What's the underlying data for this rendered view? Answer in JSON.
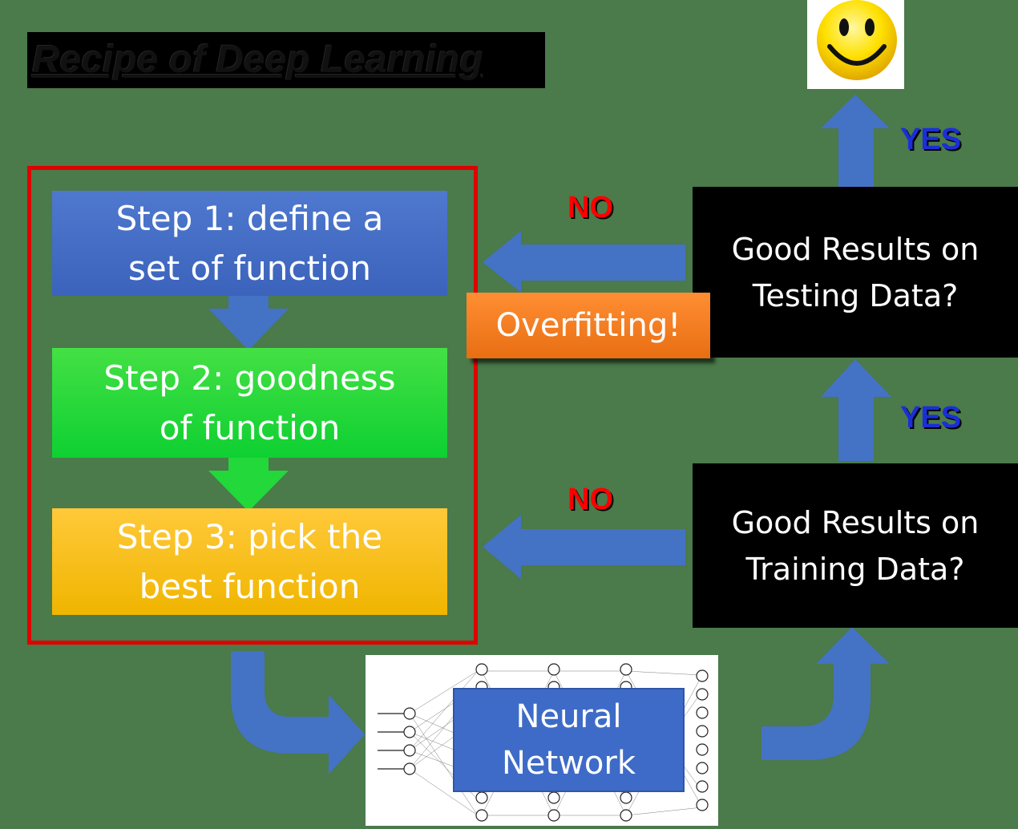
{
  "title": "Recipe of Deep Learning",
  "steps": [
    {
      "label": "Step 1: define a\nset of function",
      "color": "#4a72c9"
    },
    {
      "label": "Step 2: goodness\nof function",
      "color": "#22d83a"
    },
    {
      "label": "Step 3: pick the\nbest function",
      "color": "#ffc000"
    }
  ],
  "checks": {
    "testing": "Good Results on\nTesting Data?",
    "training": "Good Results on\nTraining Data?"
  },
  "overfitting": "Overfitting!",
  "labels": {
    "no_top": "NO",
    "no_bottom": "NO",
    "yes_top": "YES",
    "yes_bottom": "YES"
  },
  "neural_network": "Neural\nNetwork",
  "icons": {
    "success": "smiley-face-icon"
  },
  "colors": {
    "background": "#4b7a4b",
    "arrow": "#4472c4",
    "frame": "#e00000",
    "no": "#ff0000",
    "yes": "#1a2fd8"
  }
}
